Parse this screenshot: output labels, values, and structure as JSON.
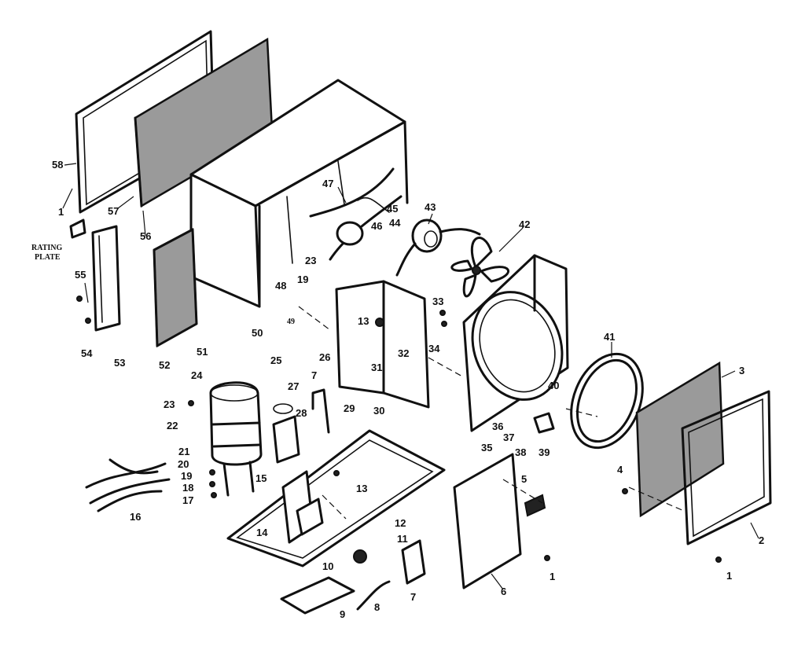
{
  "callouts": [
    {
      "id": "c58",
      "text": "58"
    },
    {
      "id": "c1a",
      "text": "1"
    },
    {
      "id": "c57",
      "text": "57"
    },
    {
      "id": "c56",
      "text": "56"
    },
    {
      "id": "c47",
      "text": "47"
    },
    {
      "id": "c45",
      "text": "45"
    },
    {
      "id": "c46",
      "text": "46"
    },
    {
      "id": "c44",
      "text": "44"
    },
    {
      "id": "c43",
      "text": "43"
    },
    {
      "id": "c42",
      "text": "42"
    },
    {
      "id": "c23a",
      "text": "23"
    },
    {
      "id": "c55",
      "text": "55"
    },
    {
      "id": "c54",
      "text": "54"
    },
    {
      "id": "c53",
      "text": "53"
    },
    {
      "id": "c52",
      "text": "52"
    },
    {
      "id": "c51",
      "text": "51"
    },
    {
      "id": "c50",
      "text": "50"
    },
    {
      "id": "c48",
      "text": "48"
    },
    {
      "id": "c19a",
      "text": "19"
    },
    {
      "id": "c49",
      "text": "49"
    },
    {
      "id": "c13a",
      "text": "13"
    },
    {
      "id": "c33",
      "text": "33"
    },
    {
      "id": "c31",
      "text": "31"
    },
    {
      "id": "c32",
      "text": "32"
    },
    {
      "id": "c34",
      "text": "34"
    },
    {
      "id": "c25",
      "text": "25"
    },
    {
      "id": "c26",
      "text": "26"
    },
    {
      "id": "c7a",
      "text": "7"
    },
    {
      "id": "c24",
      "text": "24"
    },
    {
      "id": "c30",
      "text": "30"
    },
    {
      "id": "c41",
      "text": "41"
    },
    {
      "id": "c3",
      "text": "3"
    },
    {
      "id": "c40",
      "text": "40"
    },
    {
      "id": "c27",
      "text": "27"
    },
    {
      "id": "c28",
      "text": "28"
    },
    {
      "id": "c29",
      "text": "29"
    },
    {
      "id": "c23b",
      "text": "23"
    },
    {
      "id": "c22",
      "text": "22"
    },
    {
      "id": "c21",
      "text": "21"
    },
    {
      "id": "c20",
      "text": "20"
    },
    {
      "id": "c19b",
      "text": "19"
    },
    {
      "id": "c18",
      "text": "18"
    },
    {
      "id": "c17",
      "text": "17"
    },
    {
      "id": "c16",
      "text": "16"
    },
    {
      "id": "c15",
      "text": "15"
    },
    {
      "id": "c13b",
      "text": "13"
    },
    {
      "id": "c12",
      "text": "12"
    },
    {
      "id": "c14",
      "text": "14"
    },
    {
      "id": "c11",
      "text": "11"
    },
    {
      "id": "c10",
      "text": "10"
    },
    {
      "id": "c9",
      "text": "9"
    },
    {
      "id": "c8",
      "text": "8"
    },
    {
      "id": "c7b",
      "text": "7"
    },
    {
      "id": "c6",
      "text": "6"
    },
    {
      "id": "c5",
      "text": "5"
    },
    {
      "id": "c1b",
      "text": "1"
    },
    {
      "id": "c35",
      "text": "35"
    },
    {
      "id": "c36",
      "text": "36"
    },
    {
      "id": "c37",
      "text": "37"
    },
    {
      "id": "c38",
      "text": "38"
    },
    {
      "id": "c39",
      "text": "39"
    },
    {
      "id": "c4",
      "text": "4"
    },
    {
      "id": "c2",
      "text": "2"
    },
    {
      "id": "c1c",
      "text": "1"
    }
  ],
  "rating_plate": {
    "line1": "RATING",
    "line2": "PLATE"
  }
}
